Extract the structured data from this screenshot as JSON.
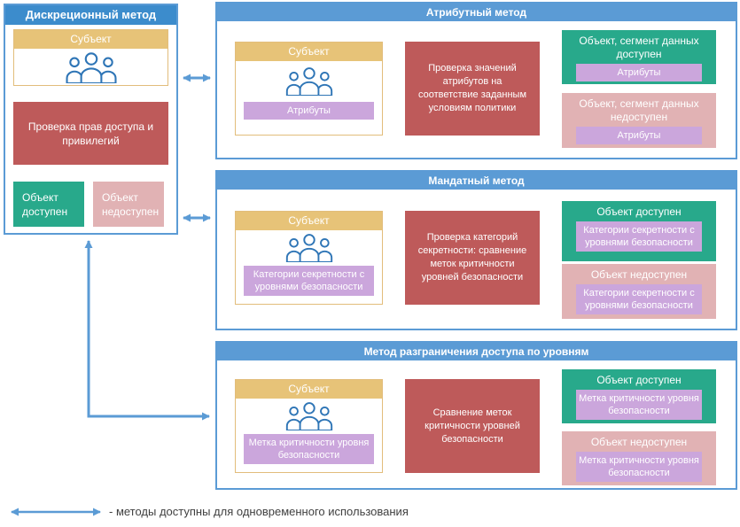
{
  "colors": {
    "panel_blue": "#5B9BD5",
    "left_title_blue": "#3C8CCC",
    "subject_yellow": "#E7C378",
    "process_red": "#BE5A5A",
    "allowed_green": "#28A98B",
    "denied_pink": "#E1B2B4",
    "tag_purple": "#CBA6DC",
    "flow_arrow_gray": "#7F7F7F",
    "link_arrow_blue": "#5B9BD5",
    "person_icon_blue": "#2E75B6"
  },
  "legend": {
    "label": "- методы доступны для одновременного использования"
  },
  "panels": {
    "discretionary": {
      "title": "Дискреционный метод",
      "subject_label": "Субъект",
      "process": "Проверка прав доступа и привилегий",
      "allowed": "Объект доступен",
      "denied": "Объект недоступен"
    },
    "attribute": {
      "title": "Атрибутный метод",
      "subject_label": "Субъект",
      "subject_tag": "Атрибуты",
      "process": "Проверка значений атрибутов на соответствие заданным условиям политики",
      "allowed": "Объект, сегмент данных доступен",
      "allowed_tag": "Атрибуты",
      "denied": "Объект, сегмент данных недоступен",
      "denied_tag": "Атрибуты"
    },
    "mandatory": {
      "title": "Мандатный метод",
      "subject_label": "Субъект",
      "subject_tag": "Категории секретности с уровнями безопасности",
      "process": "Проверка категорий секретности: сравнение меток критичности уровней безопасности",
      "allowed": "Объект доступен",
      "allowed_tag": "Категории секретности с уровнями безопасности",
      "denied": "Объект недоступен",
      "denied_tag": "Категории секретности с уровнями безопасности"
    },
    "levels": {
      "title": "Метод разграничения доступа по уровням",
      "subject_label": "Субъект",
      "subject_tag": "Метка критичности уровня безопасности",
      "process": "Сравнение меток критичности уровней безопасности",
      "allowed": "Объект доступен",
      "allowed_tag": "Метка критичности уровня безопасности",
      "denied": "Объект недоступен",
      "denied_tag": "Метка критичности уровня безопасности"
    }
  }
}
